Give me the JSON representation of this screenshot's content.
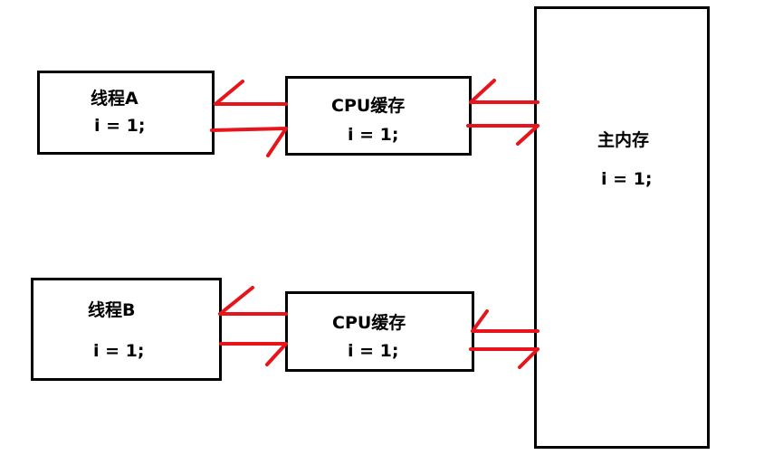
{
  "diagram": {
    "thread_a": {
      "label": "线程A",
      "value": "i = 1;"
    },
    "thread_b": {
      "label": "线程B",
      "value": "i = 1;"
    },
    "cache_a": {
      "label": "CPU缓存",
      "value": "i = 1;"
    },
    "cache_b": {
      "label": "CPU缓存",
      "value": "i = 1;"
    },
    "main_memory": {
      "label": "主内存",
      "value": "i = 1;"
    }
  },
  "colors": {
    "box_border": "#000000",
    "arrow": "#e8141b"
  }
}
